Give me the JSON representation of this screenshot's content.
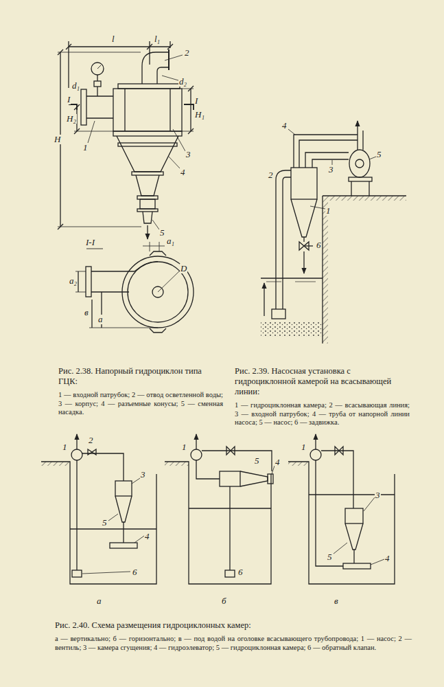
{
  "diagram": {
    "labels": [
      "l",
      "l₁",
      "2",
      "d₁",
      "d₂",
      "I",
      "I",
      "H₂",
      "H₁",
      "H",
      "1",
      "3",
      "4",
      "5",
      "I-I",
      "a₁",
      "a₂",
      "в",
      "а",
      "D",
      "4",
      "3",
      "5",
      "2",
      "1",
      "6",
      "1",
      "2",
      "3",
      "5",
      "4",
      "6",
      "а",
      "1",
      "5",
      "4",
      "6",
      "б",
      "1",
      "3",
      "5",
      "4",
      "в",
      "Рис. 2.38. Напорный гидроциклон типа ГЦК:",
      "1 — входной патрубок; 2 — отвод осветленной воды; 3 — корпус; 4 — разъемные конусы; 5 — сменная насадка.",
      "Рис. 2.39. Насосная установка с гидроциклонной камерой на всасывающей линии:",
      "1 — гидроциклонная камера; 2 — всасывающая линия; 3 — входной патрубок; 4 — труба от напорной линии насоса; 5 — насос; 6 — задвижка.",
      "Рис. 2.40. Схема размещения гидроциклонных камер:",
      "а — вертикально; б — горизонтально; в — под водой на оголовке всасывающего трубопровода; 1 — насос; 2 — вентиль; 3 — камера сгущения; 4 — гидроэлеватор; 5 — гидроциклонная камера; 6 — обратный клапан."
    ]
  }
}
